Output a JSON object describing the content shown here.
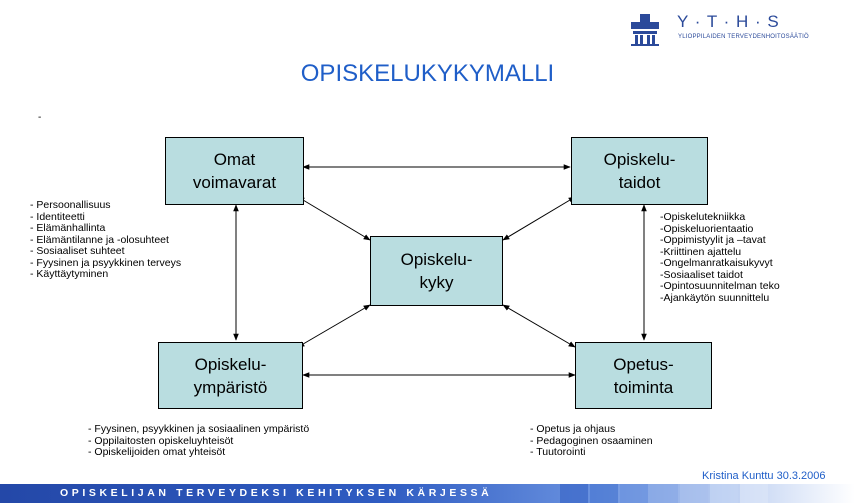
{
  "logo": {
    "letters": "Y · T · H · S",
    "subtitle": "YLIOPPILAIDEN TERVEYDENHOITOSÄÄTIÖ"
  },
  "title": "OPISKELUKYKYMALLI",
  "stray_mark": "-",
  "nodes": {
    "top_left": "Omat\nvoimavarat",
    "top_right": "Opiskelu-\ntaidot",
    "center": "Opiskelu-\nkyky",
    "bottom_left": "Opiskelu-\nympäristö",
    "bottom_right": "Opetus-\ntoiminta"
  },
  "lists": {
    "left": [
      "- Persoonallisuus",
      "- Identiteetti",
      "- Elämänhallinta",
      "- Elämäntilanne ja -olosuhteet",
      "- Sosiaaliset suhteet",
      "- Fyysinen ja psyykkinen terveys",
      "- Käyttäytyminen"
    ],
    "right": [
      "-Opiskelutekniikka",
      "-Opiskeluorientaatio",
      "-Oppimistyylit ja –tavat",
      "-Kriittinen ajattelu",
      "-Ongelmanratkaisukyvyt",
      "-Sosiaaliset taidot",
      "-Opintosuunnitelman teko",
      "-Ajankäytön suunnittelu"
    ],
    "bottom_left": [
      "- Fyysinen, psyykkinen ja sosiaalinen ympäristö",
      "- Oppilaitosten opiskeluyhteisöt",
      "- Opiskelijoiden omat yhteisöt"
    ],
    "bottom_right": [
      "- Opetus ja ohjaus",
      "- Pedagoginen osaaminen",
      "- Tuutorointi"
    ]
  },
  "credit": "Kristina Kunttu 30.3.2006",
  "footer": "OPISKELIJAN TERVEYDEKSI KEHITYKSEN KÄRJESSÄ",
  "colors": {
    "box_fill": "#b9dde0",
    "title": "#1f5ec8",
    "footer_bar": "#2448a8"
  }
}
